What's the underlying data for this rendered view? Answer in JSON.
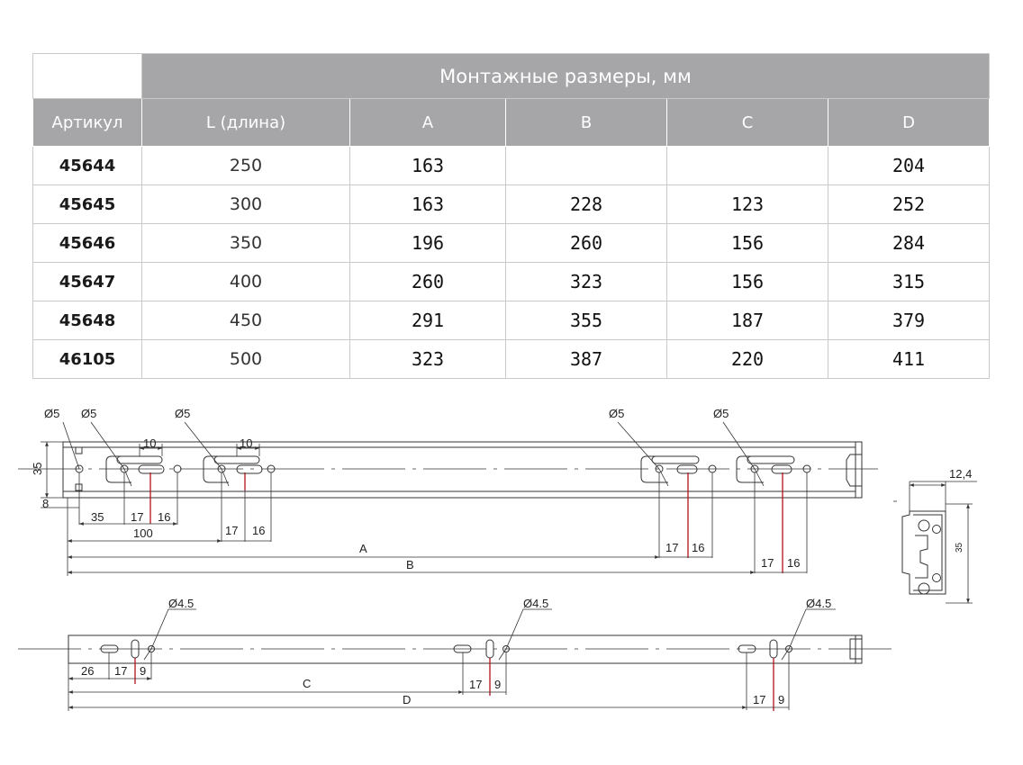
{
  "table": {
    "group_header": "Монтажные размеры, мм",
    "columns": [
      "Артикул",
      "L (длина)",
      "A",
      "B",
      "C",
      "D"
    ],
    "rows": [
      {
        "art": "45644",
        "L": "250",
        "A": "163",
        "B": "",
        "C": "",
        "D": "204"
      },
      {
        "art": "45645",
        "L": "300",
        "A": "163",
        "B": "228",
        "C": "123",
        "D": "252"
      },
      {
        "art": "45646",
        "L": "350",
        "A": "196",
        "B": "260",
        "C": "156",
        "D": "284"
      },
      {
        "art": "45647",
        "L": "400",
        "A": "260",
        "B": "323",
        "C": "156",
        "D": "315"
      },
      {
        "art": "45648",
        "L": "450",
        "A": "291",
        "B": "355",
        "C": "187",
        "D": "379"
      },
      {
        "art": "46105",
        "L": "500",
        "A": "323",
        "B": "387",
        "C": "220",
        "D": "411"
      }
    ]
  },
  "drawing": {
    "top": {
      "hole_labels": [
        "Ø5",
        "Ø5",
        "Ø5",
        "Ø5",
        "Ø5"
      ],
      "dim_10_a": "10",
      "dim_10_b": "10",
      "dim_35": "35",
      "dim_8": "8",
      "dim_35_h": "35",
      "dim_17_a": "17",
      "dim_16_a": "16",
      "dim_100": "100",
      "dim_17_b": "17",
      "dim_16_b": "16",
      "dim_17_c": "17",
      "dim_16_c": "16",
      "dim_17_d": "17",
      "dim_16_d": "16",
      "dim_A": "A",
      "dim_B": "B"
    },
    "profile": {
      "dim_width": "12,4",
      "dim_height": "35"
    },
    "bottom": {
      "hole_labels": [
        "Ø4.5",
        "Ø4.5",
        "Ø4.5"
      ],
      "dim_26": "26",
      "dim_17_a": "17",
      "dim_9_a": "9",
      "dim_17_b": "17",
      "dim_9_b": "9",
      "dim_17_c": "17",
      "dim_9_c": "9",
      "dim_C": "C",
      "dim_D": "D"
    },
    "colors": {
      "line": "#333333",
      "red": "#b5121b"
    }
  }
}
